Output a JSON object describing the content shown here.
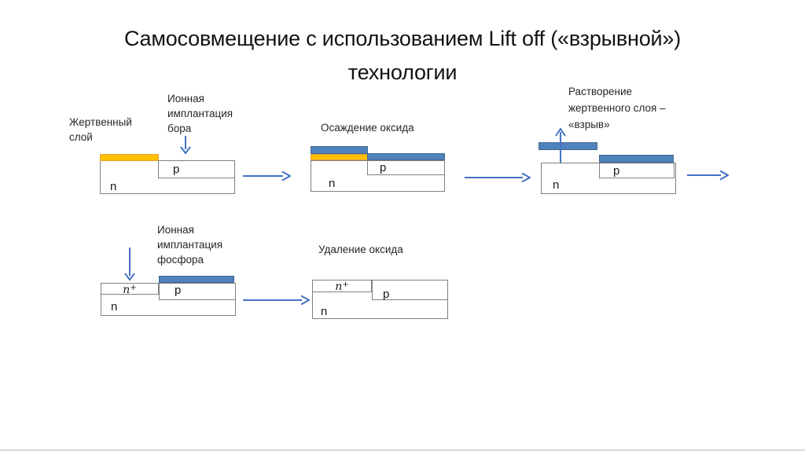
{
  "title": {
    "line1": "Самосовмещение с использованием Lift off («взрывной»)",
    "line2": "технологии"
  },
  "steps": {
    "step1": {
      "sacrificial_label": [
        "Жертвенный",
        "слой"
      ],
      "implant_label": [
        "Ионная",
        "имплантация",
        "бора"
      ],
      "n": "n",
      "p": "p"
    },
    "step2": {
      "label": "Осаждение оксида",
      "n": "n",
      "p": "p"
    },
    "step3": {
      "label": [
        "Растворение",
        "жертвенного слоя –",
        "«взрыв»"
      ],
      "n": "n",
      "p": "p"
    },
    "step4": {
      "implant_label": [
        "Ионная",
        "имплантация",
        "фосфора"
      ],
      "n": "n",
      "p": "p",
      "n_plus_base": "n",
      "n_plus_sup": "+"
    },
    "step5": {
      "label": "Удаление оксида",
      "n": "n",
      "p": "p",
      "n_plus_base": "n",
      "n_plus_sup": "+"
    }
  },
  "colors": {
    "sacrificial_fill": "#FFC000",
    "sacrificial_border": "#E69F3C",
    "oxide_fill": "#4F81BD",
    "oxide_border": "#41688F",
    "arrow": "#4472C4",
    "box_border": "#808080"
  }
}
